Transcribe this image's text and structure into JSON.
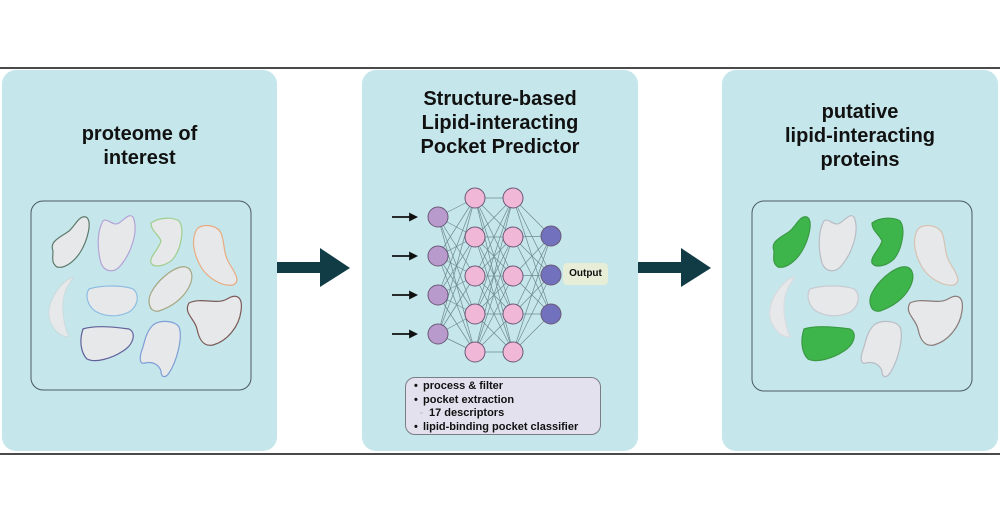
{
  "panels": [
    {
      "title_lines": [
        "proteome of",
        "interest"
      ],
      "shapes_fill": [
        "#e7e8ea",
        "#e7e8ea",
        "#e7e8ea",
        "#e7e8ea",
        "#e7e8ea",
        "#e7e8ea",
        "#e7e8ea",
        "#e7e8ea",
        "#e7e8ea",
        "#e7e8ea"
      ],
      "shapes_stroke": [
        "#5e7a6c",
        "#b3a3d6",
        "#9fce8d",
        "#e9ac82",
        "#c9dde0",
        "#8dbde2",
        "#a6a884",
        "#7b5a55",
        "#5f6199",
        "#7f9fd6"
      ]
    },
    {
      "title_lines": [
        "Structure-based",
        "Lipid-interacting",
        "Pocket Predictor"
      ],
      "network": {
        "layers": [
          4,
          5,
          5,
          3
        ],
        "input_color": "#b89acc",
        "hidden_color": "#f0b7d6",
        "output_color": "#7271bd",
        "output_label": "Output"
      },
      "steps": [
        {
          "text": "process & filter",
          "level": 1
        },
        {
          "text": "pocket extraction",
          "level": 1
        },
        {
          "text": "17 descriptors",
          "level": 2
        },
        {
          "text": "lipid-binding pocket classifier",
          "level": 1
        }
      ]
    },
    {
      "title_lines": [
        "putative",
        "lipid-interacting",
        "proteins"
      ],
      "shapes_fill": [
        "#3eb54a",
        "#e7e8ea",
        "#3eb54a",
        "#e7e8ea",
        "#e7e8ea",
        "#e7e8ea",
        "#3eb54a",
        "#e7e8ea",
        "#3eb54a",
        "#e7e8ea"
      ],
      "shapes_stroke": [
        "#3a9a44",
        "#b9bcc4",
        "#3a9a44",
        "#d6c3b3",
        "#d9dce0",
        "#c7cad0",
        "#3a9a44",
        "#8a7a78",
        "#3a9a44",
        "#b9bcc4"
      ]
    }
  ],
  "colors": {
    "panel_bg": "#c5e6eb",
    "arrow": "#123c45",
    "lipid_positive": "#3eb54a",
    "protein_neutral": "#e7e8ea"
  },
  "arrows": [
    "flow-arrow-1",
    "flow-arrow-2"
  ]
}
